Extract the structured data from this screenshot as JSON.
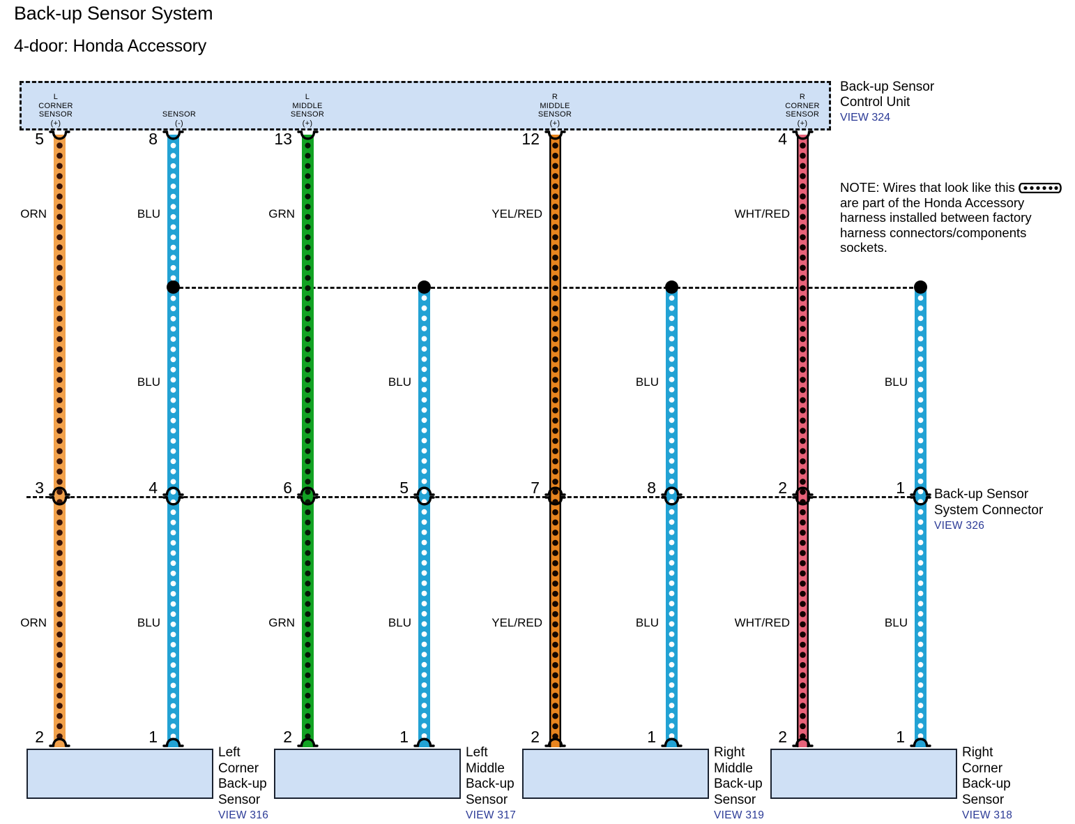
{
  "header": {
    "title": "Back-up Sensor System",
    "subtitle": "4-door: Honda Accessory"
  },
  "control_unit": {
    "name": "Back-up Sensor\nControl Unit",
    "name_line1": "Back-up Sensor",
    "name_line2": "Control Unit",
    "view": "VIEW 324",
    "pins": [
      {
        "terminal": "5",
        "label": "L\nCORNER\nSENSOR\n(+)"
      },
      {
        "terminal": "8",
        "label": "SENSOR\n(-)"
      },
      {
        "terminal": "13",
        "label": "L\nMIDDLE\nSENSOR\n(+)"
      },
      {
        "terminal": "12",
        "label": "R\nMIDDLE\nSENSOR\n(+)"
      },
      {
        "terminal": "4",
        "label": "R\nCORNER\nSENSOR\n(+)"
      }
    ]
  },
  "note": {
    "prefix": "NOTE: Wires that look like this",
    "body": "are part of the Honda Accessory harness installed between factory harness connectors/components sockets."
  },
  "system_connector": {
    "name_line1": "Back-up Sensor",
    "name_line2": "System Connector",
    "view": "VIEW 326",
    "terminals": [
      "3",
      "4",
      "6",
      "5",
      "7",
      "8",
      "2",
      "1"
    ]
  },
  "sensors": [
    {
      "name_lines": [
        "Left",
        "Corner",
        "Back-up",
        "Sensor"
      ],
      "view": "VIEW 316",
      "pins": [
        "2",
        "1"
      ]
    },
    {
      "name_lines": [
        "Left",
        "Middle",
        "Back-up",
        "Sensor"
      ],
      "view": "VIEW 317",
      "pins": [
        "2",
        "1"
      ]
    },
    {
      "name_lines": [
        "Right",
        "Middle",
        "Back-up",
        "Sensor"
      ],
      "view": "VIEW 319",
      "pins": [
        "2",
        "1"
      ]
    },
    {
      "name_lines": [
        "Right",
        "Corner",
        "Back-up",
        "Sensor"
      ],
      "view": "VIEW 318",
      "pins": [
        "2",
        "1"
      ]
    }
  ],
  "wire_colors": {
    "ORN": "#f2a14b",
    "ORN_dot": "#3a1408",
    "BLU": "#22a2d4",
    "BLU_dot": "#ffffff",
    "GRN": "#12a223",
    "GRN_dot": "#061806",
    "YELRED": "#e8851f",
    "YELRED_dot": "#120600",
    "WHTRED": "#e8637a",
    "WHTRED_dot": "#120000",
    "box_fill": "#cfe0f5",
    "view_text": "#2b3a96"
  },
  "wires": [
    {
      "id": "orn-left",
      "color_name": "ORN",
      "label_top": "ORN",
      "label_bottom": "ORN"
    },
    {
      "id": "blu-sensor-neg",
      "color_name": "BLU",
      "label_top": "BLU",
      "label_bottom": "BLU"
    },
    {
      "id": "grn-l-middle",
      "color_name": "GRN",
      "label_top": "GRN",
      "label_bottom": "GRN"
    },
    {
      "id": "yelred-r-middle",
      "color_name": "YEL/RED",
      "label_top": "YEL/RED",
      "label_bottom": "YEL/RED"
    },
    {
      "id": "whtred-r-corner",
      "color_name": "WHT/RED",
      "label_top": "WHT/RED",
      "label_bottom": "WHT/RED"
    }
  ],
  "branch_labels": {
    "b1": "BLU",
    "b2": "BLU",
    "b3": "BLU",
    "b4": "BLU",
    "b1b": "BLU",
    "b2b": "BLU",
    "b3b": "BLU",
    "b4b": "BLU"
  }
}
